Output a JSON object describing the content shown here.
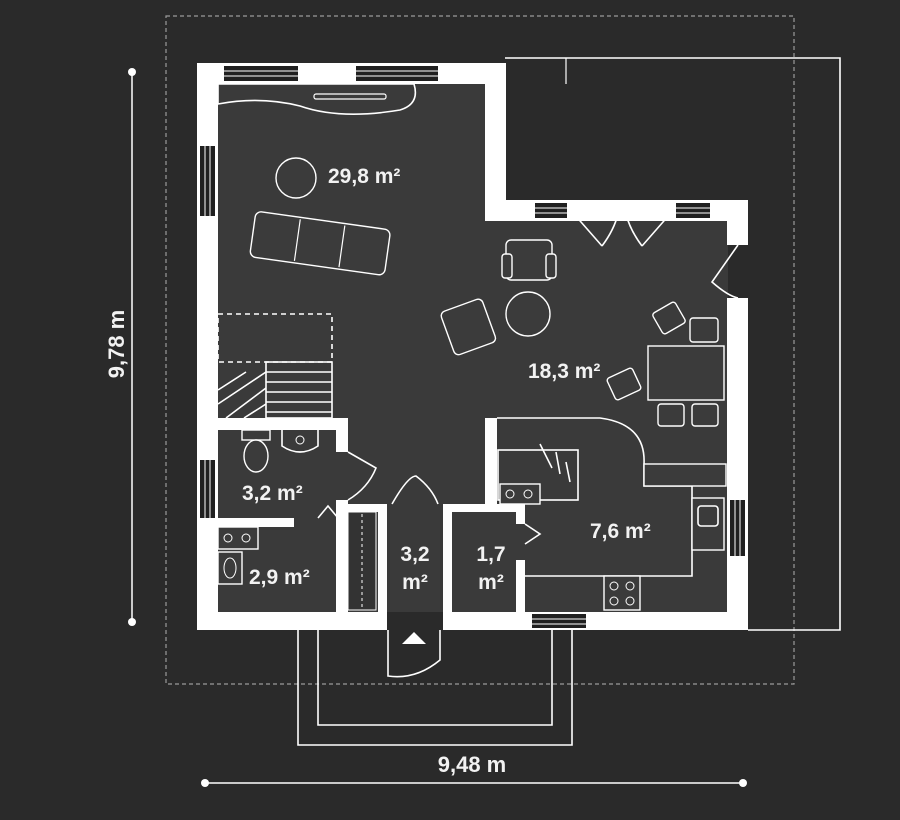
{
  "colors": {
    "background": "#2a2a2a",
    "floor": "#3a3a3a",
    "wall": "#ffffff",
    "text": "#f2f2f2"
  },
  "dimensions": {
    "width": "9,48 m",
    "height": "9,78 m"
  },
  "rooms": {
    "living": "29,8 m²",
    "dining": "18,3 m²",
    "kitchen": "7,6 m²",
    "bathroom": "3,2 m²",
    "utility": "2,9 m²",
    "hall": {
      "line1": "3,2",
      "line2": "m²"
    },
    "storage": {
      "line1": "1,7",
      "line2": "m²"
    }
  }
}
